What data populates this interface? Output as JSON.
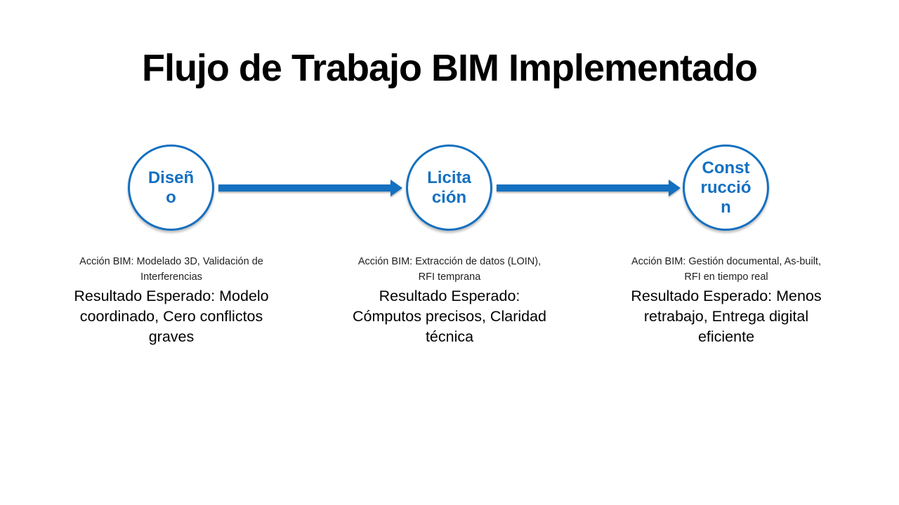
{
  "slide": {
    "title": "Flujo de Trabajo BIM Implementado"
  },
  "colors": {
    "accent_blue": "#1470C0",
    "title_color": "#000000",
    "body_text": "#1f1f1f",
    "background": "#ffffff"
  },
  "stages": [
    {
      "label": "Diseño",
      "label_lines": [
        "Diseñ",
        "o"
      ],
      "accion_bim": "Acción BIM: Modelado 3D, Validación de Interferencias",
      "accion_lines": [
        "Acción BIM: Modelado 3D, Validación de",
        "Interferencias"
      ],
      "resultado_esperado": "Resultado Esperado: Modelo coordinado, Cero conflictos graves",
      "resultado_lines": [
        "Resultado Esperado: Modelo",
        "coordinado, Cero conflictos",
        "graves"
      ]
    },
    {
      "label": "Licitación",
      "label_lines": [
        "Licita",
        "ción"
      ],
      "accion_bim": "Acción BIM: Extracción de datos (LOIN), RFI temprana",
      "accion_lines": [
        "Acción BIM: Extracción de datos (LOIN),",
        "RFI temprana"
      ],
      "resultado_esperado": "Resultado Esperado: Cómputos precisos, Claridad técnica",
      "resultado_lines": [
        "Resultado Esperado:",
        "Cómputos precisos, Claridad",
        "técnica"
      ]
    },
    {
      "label": "Construcción",
      "label_lines": [
        "Const",
        "rucció",
        "n"
      ],
      "accion_bim": "Acción BIM: Gestión documental, As-built, RFI en tiempo real",
      "accion_lines": [
        "Acción BIM: Gestión documental, As-built,",
        "RFI en tiempo real"
      ],
      "resultado_esperado": "Resultado Esperado: Menos retrabajo, Entrega digital eficiente",
      "resultado_lines": [
        "Resultado Esperado: Menos",
        "retrabajo, Entrega digital",
        "eficiente"
      ]
    }
  ]
}
